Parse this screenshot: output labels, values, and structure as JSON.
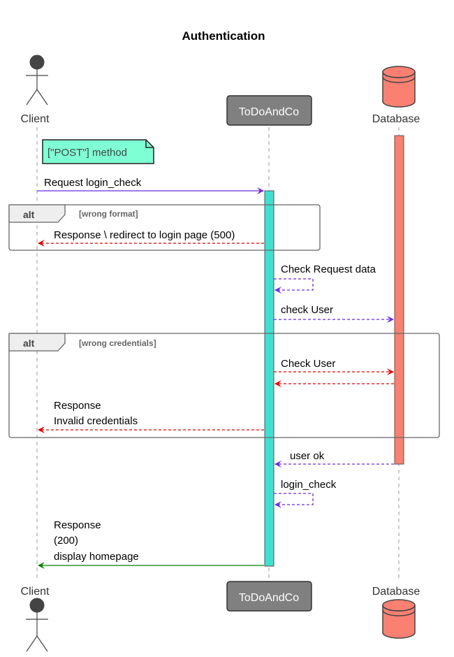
{
  "title": "Authentication",
  "participants": {
    "client": {
      "label": "Client",
      "type": "actor"
    },
    "todoandco": {
      "label": "ToDoAndCo",
      "type": "participant"
    },
    "database": {
      "label": "Database",
      "type": "database"
    }
  },
  "note": {
    "text": "[\"POST\"] method",
    "color": "#7FFFD4"
  },
  "alt_blocks": [
    {
      "keyword": "alt",
      "condition": "[wrong format]"
    },
    {
      "keyword": "alt",
      "condition": "[wrong credentials]"
    }
  ],
  "messages": [
    {
      "id": "m1",
      "from": "Client",
      "to": "ToDoAndCo",
      "lines": [
        "Request login_check"
      ],
      "style": "solid",
      "color": "#6A2BE0"
    },
    {
      "id": "m2",
      "from": "ToDoAndCo",
      "to": "Client",
      "lines": [
        "Response \\ redirect to login page (500)"
      ],
      "style": "dashed",
      "color": "#E00000"
    },
    {
      "id": "m3",
      "from": "ToDoAndCo",
      "to": "ToDoAndCo",
      "lines": [
        "Check Request data"
      ],
      "style": "dashed",
      "color": "#6A2BE0"
    },
    {
      "id": "m4",
      "from": "ToDoAndCo",
      "to": "Database",
      "lines": [
        "check User"
      ],
      "style": "dashed",
      "color": "#6A2BE0"
    },
    {
      "id": "m5",
      "from": "ToDoAndCo",
      "to": "Database",
      "lines": [
        "Check User"
      ],
      "style": "dashed",
      "color": "#E00000"
    },
    {
      "id": "m6",
      "from": "Database",
      "to": "ToDoAndCo",
      "lines": [],
      "style": "dashed",
      "color": "#E00000"
    },
    {
      "id": "m7",
      "from": "ToDoAndCo",
      "to": "Client",
      "lines": [
        "Response",
        "Invalid credentials"
      ],
      "style": "dashed",
      "color": "#E00000"
    },
    {
      "id": "m8",
      "from": "Database",
      "to": "ToDoAndCo",
      "lines": [
        "user ok"
      ],
      "style": "dashed",
      "color": "#6A2BE0"
    },
    {
      "id": "m9",
      "from": "ToDoAndCo",
      "to": "ToDoAndCo",
      "lines": [
        "login_check"
      ],
      "style": "dashed",
      "color": "#6A2BE0"
    },
    {
      "id": "m10",
      "from": "ToDoAndCo",
      "to": "Client",
      "lines": [
        "Response",
        "(200)",
        "display homepage"
      ],
      "style": "solid",
      "color": "#008000"
    }
  ],
  "colors": {
    "activation_todo": "#40E0D0",
    "activation_db": "#FA8072",
    "participant_box": "#808080",
    "actor": "#444444",
    "database_fill": "#FA8072"
  }
}
